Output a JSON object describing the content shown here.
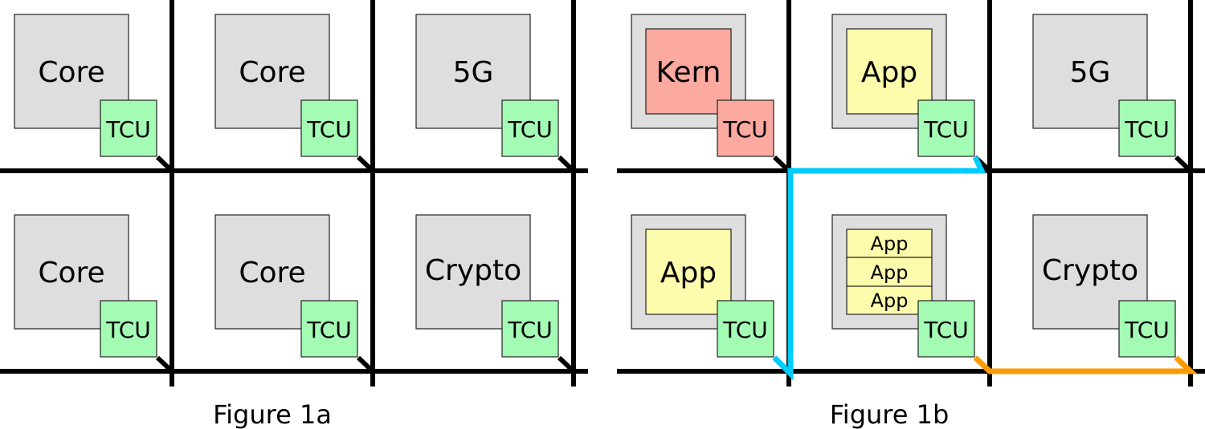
{
  "colors": {
    "grid": "#000000",
    "tile": "#dedede",
    "tcu": "#a4fcb4",
    "kernel": "#fca9a0",
    "app": "#fcfcac",
    "route_blue": "#00ccfc",
    "route_orange": "#fc9c04"
  },
  "figure_1a": {
    "caption": "Figure 1a",
    "tiles": [
      {
        "label": "Core",
        "tcu": "TCU"
      },
      {
        "label": "Core",
        "tcu": "TCU"
      },
      {
        "label": "5G",
        "tcu": "TCU"
      },
      {
        "label": "Core",
        "tcu": "TCU"
      },
      {
        "label": "Core",
        "tcu": "TCU"
      },
      {
        "label": "Crypto",
        "tcu": "TCU"
      }
    ]
  },
  "figure_1b": {
    "caption": "Figure 1b",
    "tiles": [
      {
        "label": "Kern",
        "kind": "kernel",
        "tcu": "TCU"
      },
      {
        "label": "App",
        "kind": "app",
        "tcu": "TCU"
      },
      {
        "label": "5G",
        "kind": "plain",
        "tcu": "TCU"
      },
      {
        "label": "App",
        "kind": "app",
        "tcu": "TCU"
      },
      {
        "labels": [
          "App",
          "App",
          "App"
        ],
        "kind": "multi-app",
        "tcu": "TCU"
      },
      {
        "label": "Crypto",
        "kind": "plain",
        "tcu": "TCU"
      }
    ]
  }
}
